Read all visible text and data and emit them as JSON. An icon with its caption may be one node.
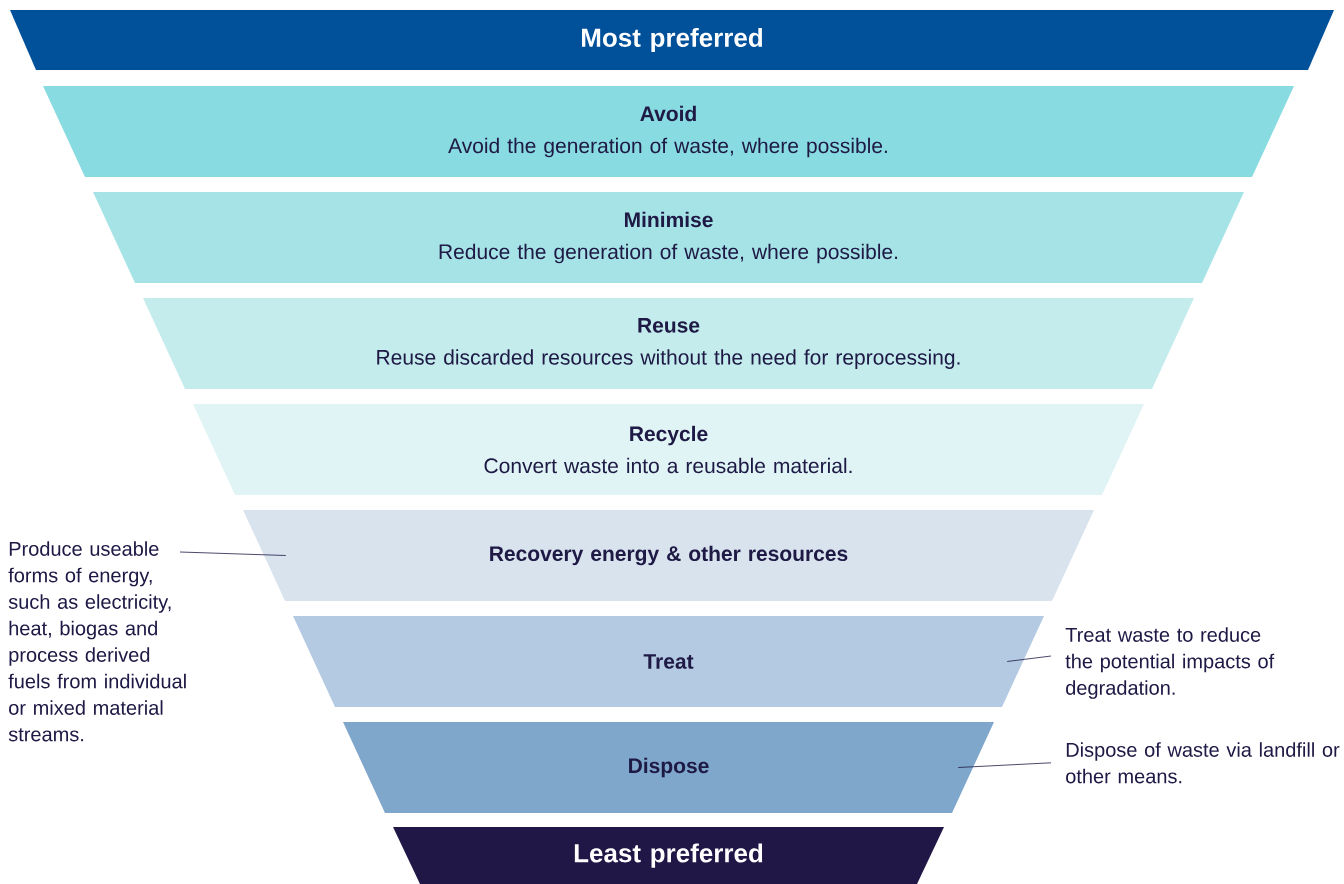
{
  "diagram": {
    "nodes": [
      {
        "text": [
          "Most preferred"
        ]
      },
      {
        "text": [
          "Avoid",
          "Avoid the generation of waste, where possible."
        ]
      },
      {
        "text": [
          "Minimise",
          "Reduce the generation of waste, where possible."
        ]
      },
      {
        "text": [
          "Reuse",
          "Reuse discarded resources without the need for reprocessing."
        ]
      },
      {
        "text": [
          "Recycle",
          "Convert waste into a reusable material."
        ]
      },
      {
        "text": [
          "Recovery energy & other resources"
        ]
      },
      {
        "text": [
          "Treat"
        ]
      },
      {
        "text": [
          "Dispose"
        ]
      },
      {
        "text": [
          "Least preferred"
        ]
      },
      {
        "text": [
          "Produce useable forms of energy, such as electricity, heat, biogas and process derived fuels from individual or mixed material streams."
        ]
      },
      {
        "text": [
          "Treat waste to reduce the potential impacts of degradation."
        ]
      },
      {
        "text": [
          "Dispose of waste via landfill or other means."
        ]
      }
    ],
    "edges": [
      {
        "from": 9,
        "to": 5,
        "arrow": "none"
      },
      {
        "from": 10,
        "to": 6,
        "arrow": "none"
      },
      {
        "from": 11,
        "to": 7,
        "arrow": "none"
      }
    ]
  }
}
